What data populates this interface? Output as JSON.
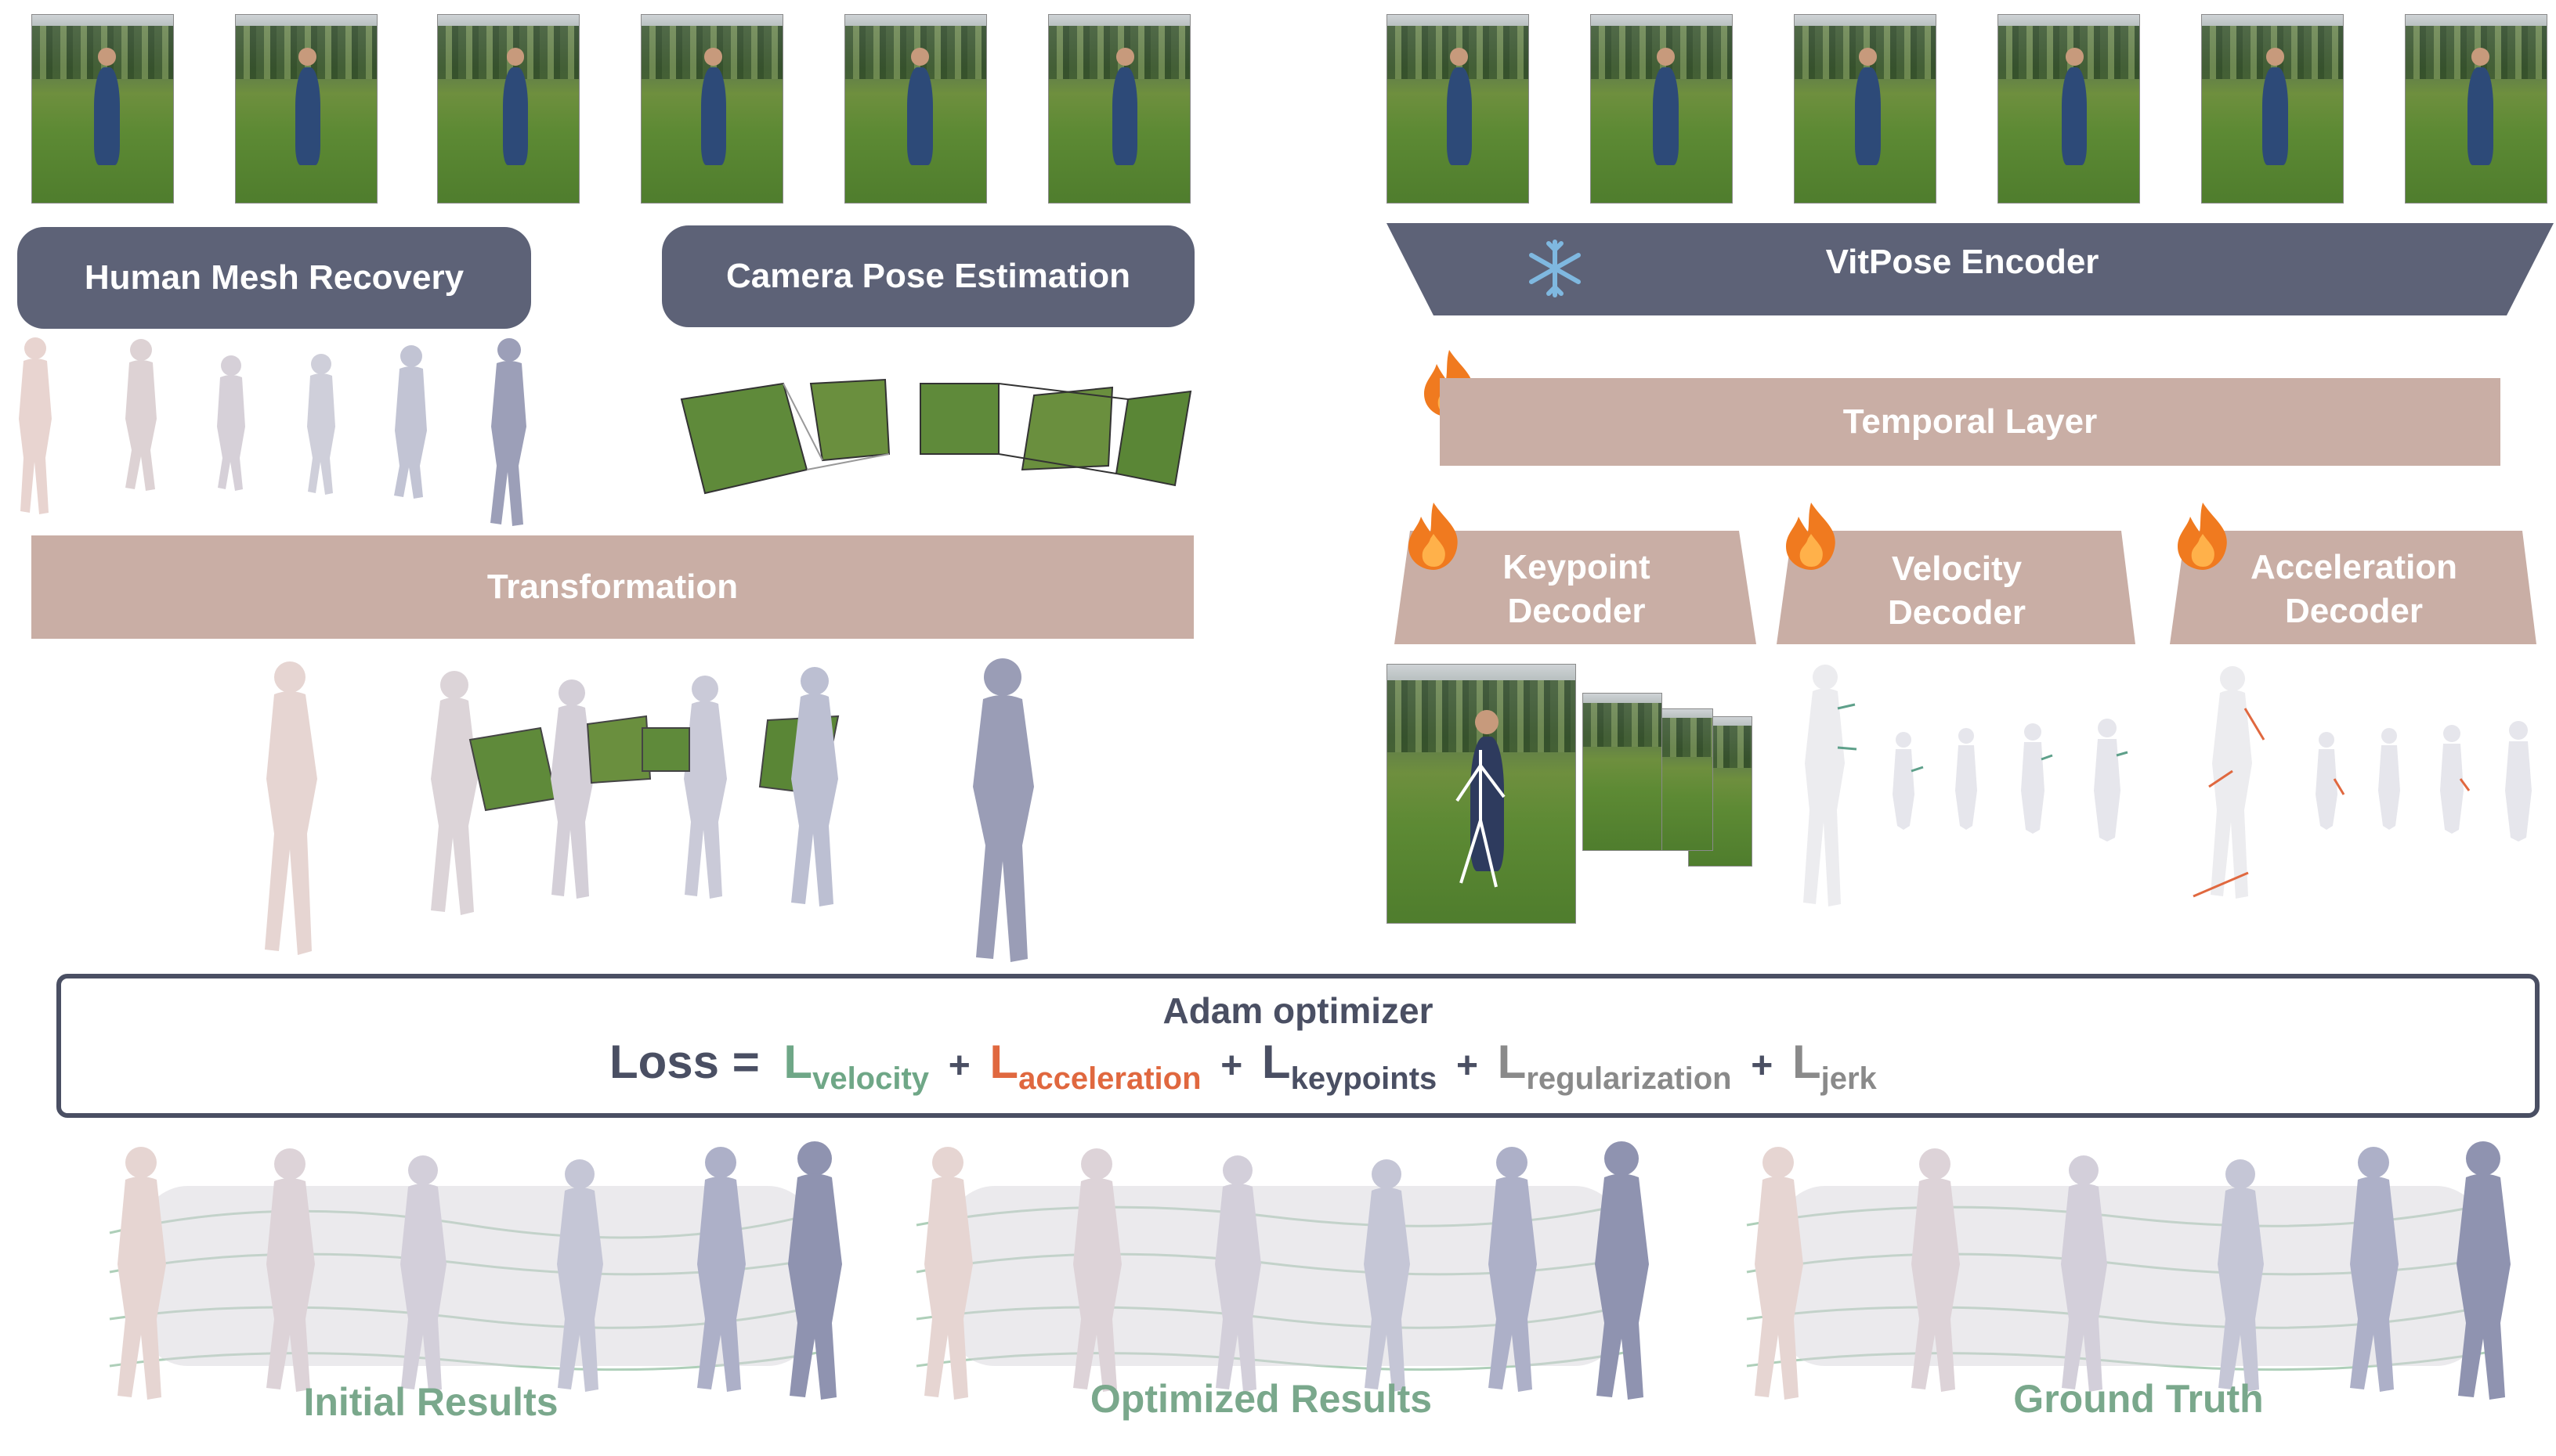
{
  "left_boxes": {
    "hmr": "Human Mesh Recovery",
    "cam": "Camera Pose Estimation",
    "transformation": "Transformation"
  },
  "right_boxes": {
    "encoder": "VitPose Encoder",
    "temporal": "Temporal Layer",
    "keypoint_decoder": [
      "Keypoint",
      "Decoder"
    ],
    "velocity_decoder": [
      "Velocity",
      "Decoder"
    ],
    "acceleration_decoder": [
      "Acceleration",
      "Decoder"
    ]
  },
  "optimizer": {
    "title": "Adam optimizer",
    "loss_label": "Loss =",
    "terms": [
      {
        "symbol": "L",
        "sub": "velocity",
        "color": "#6fa787"
      },
      {
        "symbol": "L",
        "sub": "acceleration",
        "color": "#e0683f"
      },
      {
        "symbol": "L",
        "sub": "keypoints",
        "color": "#4a4f63"
      },
      {
        "symbol": "L",
        "sub": "regularization",
        "color": "#8a8a8a"
      },
      {
        "symbol": "L",
        "sub": "jerk",
        "color": "#8a8a8a"
      }
    ],
    "plus": "+"
  },
  "captions": {
    "initial": "Initial Results",
    "optimized": "Optimized Results",
    "ground_truth": "Ground Truth"
  },
  "colors": {
    "dark_box": "#5d6277",
    "tan_box": "#c9aea5",
    "caption_green": "#7aa88c",
    "flame": "#f07a1f",
    "snowflake": "#7fb8e0"
  }
}
